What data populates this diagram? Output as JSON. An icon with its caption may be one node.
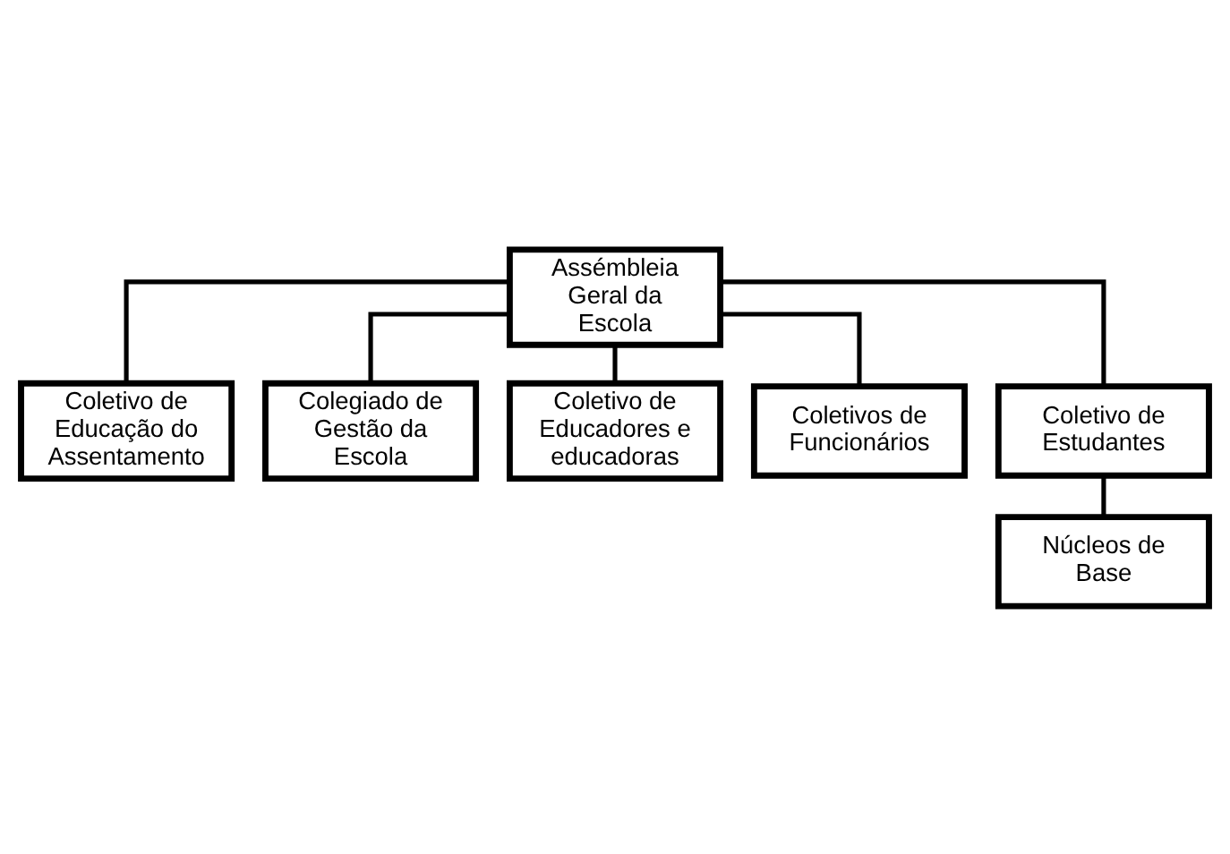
{
  "diagram": {
    "nodes": [
      {
        "text": [
          "Assémbleia Geral da Escola"
        ]
      },
      {
        "text": [
          "Coletivo de Educação do Assentamento"
        ]
      },
      {
        "text": [
          "Colegiado de Gestão da Escola"
        ]
      },
      {
        "text": [
          "Coletivo de Educadores e educadoras"
        ]
      },
      {
        "text": [
          "Coletivos de Funcionários"
        ]
      },
      {
        "text": [
          "Coletivo de Estudantes"
        ]
      },
      {
        "text": [
          "Núcleos de Base"
        ]
      }
    ],
    "edges": [
      {
        "from": 0,
        "to": 1,
        "arrow": "none"
      },
      {
        "from": 0,
        "to": 2,
        "arrow": "none"
      },
      {
        "from": 0,
        "to": 3,
        "arrow": "none"
      },
      {
        "from": 0,
        "to": 4,
        "arrow": "none"
      },
      {
        "from": 0,
        "to": 5,
        "arrow": "none"
      },
      {
        "from": 5,
        "to": 6,
        "arrow": "none"
      }
    ]
  }
}
